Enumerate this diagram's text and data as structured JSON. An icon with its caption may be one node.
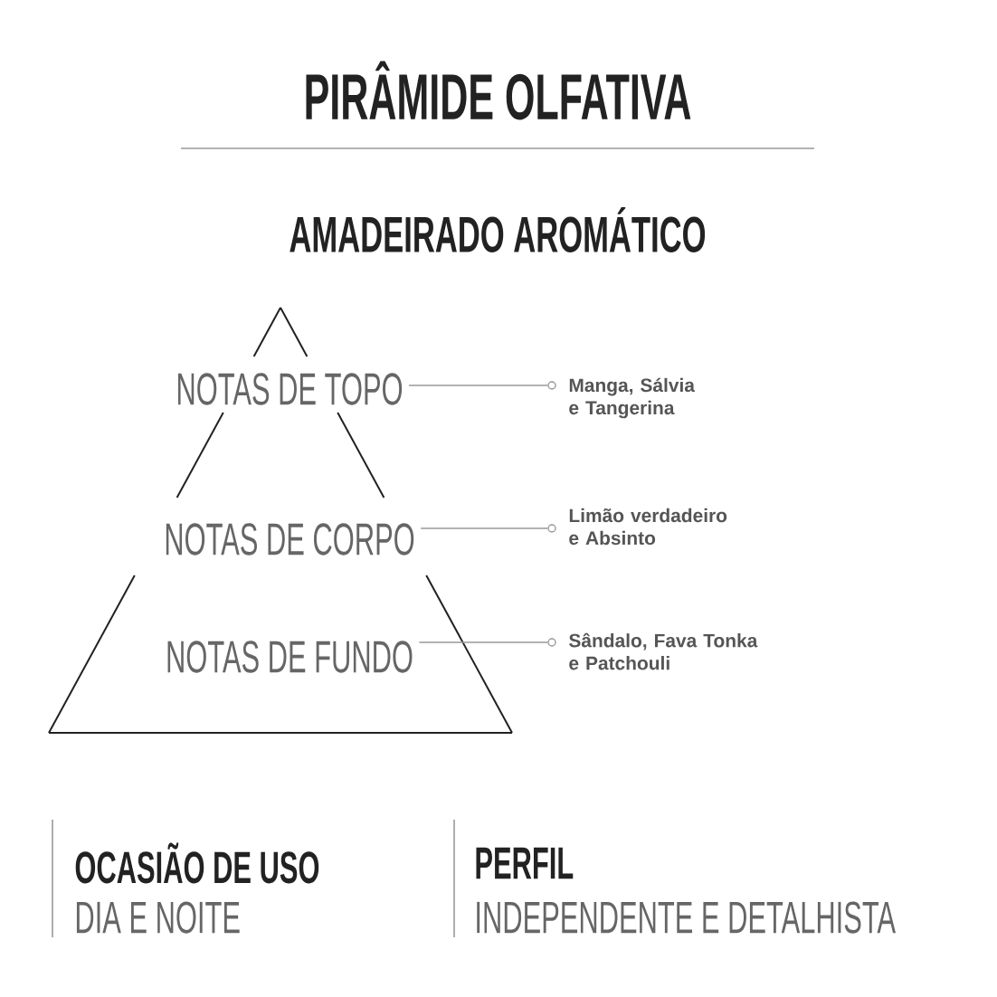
{
  "diagram": {
    "title": "PIRÂMIDE OLFATIVA",
    "nodes": [
      {
        "text": [
          "NOTAS DE TOPO"
        ]
      },
      {
        "text": [
          "NOTAS DE CORPO"
        ]
      },
      {
        "text": [
          "NOTAS DE FUNDO"
        ]
      },
      {
        "text": [],
        "shape": "circle",
        "beside": [
          "Manga, Sálvia e Tangerina"
        ]
      },
      {
        "text": [],
        "shape": "circle",
        "beside": [
          "Limão verdadeiro e Absinto"
        ]
      },
      {
        "text": [],
        "shape": "circle",
        "beside": [
          "Sândalo, Fava Tonka e Patchouli"
        ]
      }
    ],
    "edges": [
      {
        "from": 0,
        "to": 3,
        "arrow": "none"
      },
      {
        "from": 1,
        "to": 4,
        "arrow": "none"
      },
      {
        "from": 2,
        "to": 5,
        "arrow": "none"
      }
    ],
    "labels": [
      "AMADEIRADO AROMÁTICO",
      "OCASIÃO DE USO",
      "DIA E NOITE",
      "PERFIL",
      "INDEPENDENTE E DETALHISTA"
    ]
  }
}
